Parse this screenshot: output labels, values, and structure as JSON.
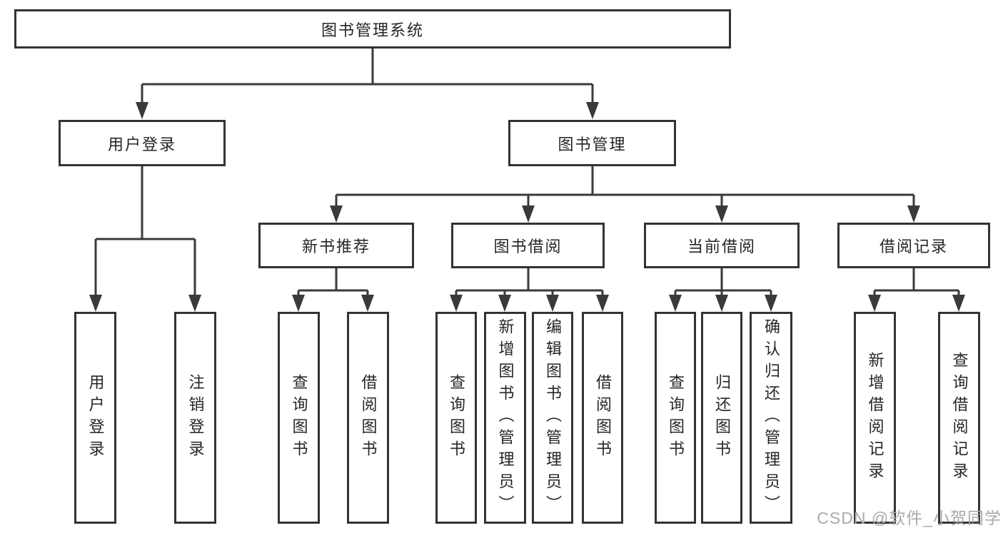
{
  "diagram": {
    "root": "图书管理系统",
    "branches": {
      "user_login": "用户登录",
      "book_management": "图书管理"
    },
    "modules": {
      "new_book_recommend": "新书推荐",
      "book_borrow": "图书借阅",
      "current_borrow": "当前借阅",
      "borrow_records": "借阅记录"
    },
    "leaves": {
      "user_login": "用户登录",
      "logout": "注销登录",
      "recommend_query_books": "查询图书",
      "recommend_borrow_books": "借阅图书",
      "borrow_query_books": "查询图书",
      "borrow_add_books": "新增图书（管理员）",
      "borrow_edit_books": "编辑图书（管理员）",
      "borrow_borrow_books": "借阅图书",
      "current_query_books": "查询图书",
      "current_return_books": "归还图书",
      "current_confirm_return": "确认归还（管理员）",
      "records_add_record": "新增借阅记录",
      "records_query_record": "查询借阅记录"
    }
  },
  "watermark": "CSDN @软件_小贺同学",
  "colors": {
    "line": "#3a3a3a",
    "border": "#333333",
    "text": "#262626",
    "watermark": "#a9a9a9",
    "background": "#ffffff"
  }
}
